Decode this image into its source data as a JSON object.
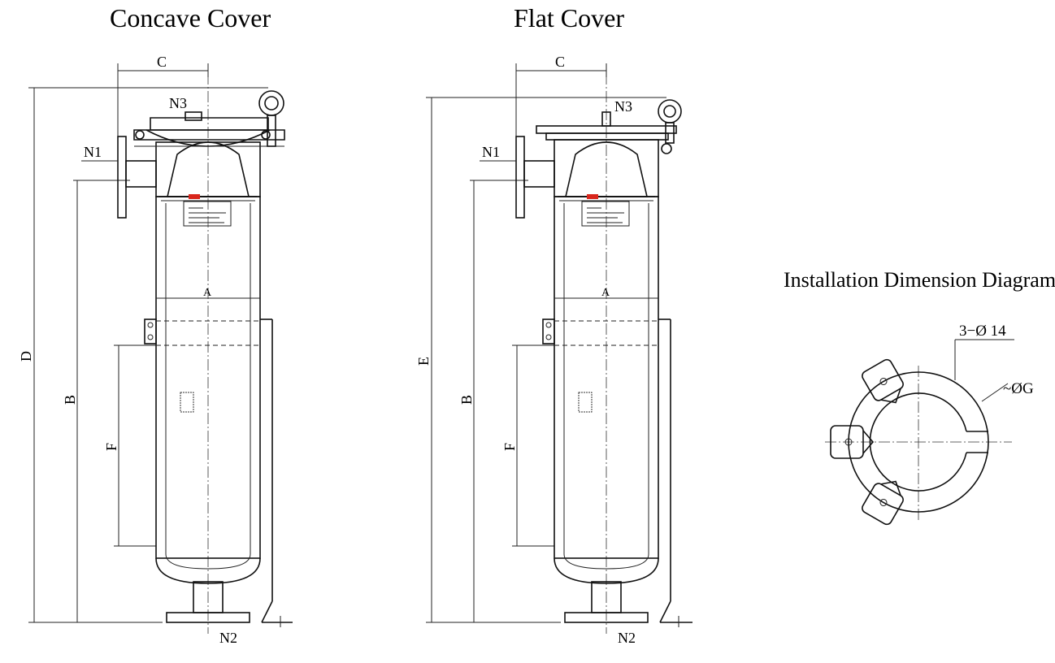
{
  "titles": {
    "concave": "Concave Cover",
    "flat": "Flat Cover",
    "installation": "Installation Dimension Diagram"
  },
  "concave_view": {
    "dim_c": "C",
    "dim_d": "D",
    "dim_b": "B",
    "dim_f": "F",
    "dim_a": "A",
    "nozzle_inlet": "N1",
    "nozzle_outlet": "N2",
    "nozzle_vent": "N3"
  },
  "flat_view": {
    "dim_c": "C",
    "dim_e": "E",
    "dim_b": "B",
    "dim_f": "F",
    "dim_a": "A",
    "nozzle_inlet": "N1",
    "nozzle_outlet": "N2",
    "nozzle_vent": "N3"
  },
  "installation": {
    "hole_spec": "3−Ø 14",
    "diameter_label": "~ØG"
  },
  "colors": {
    "line": "#111111",
    "label_red": "#d9261c"
  }
}
